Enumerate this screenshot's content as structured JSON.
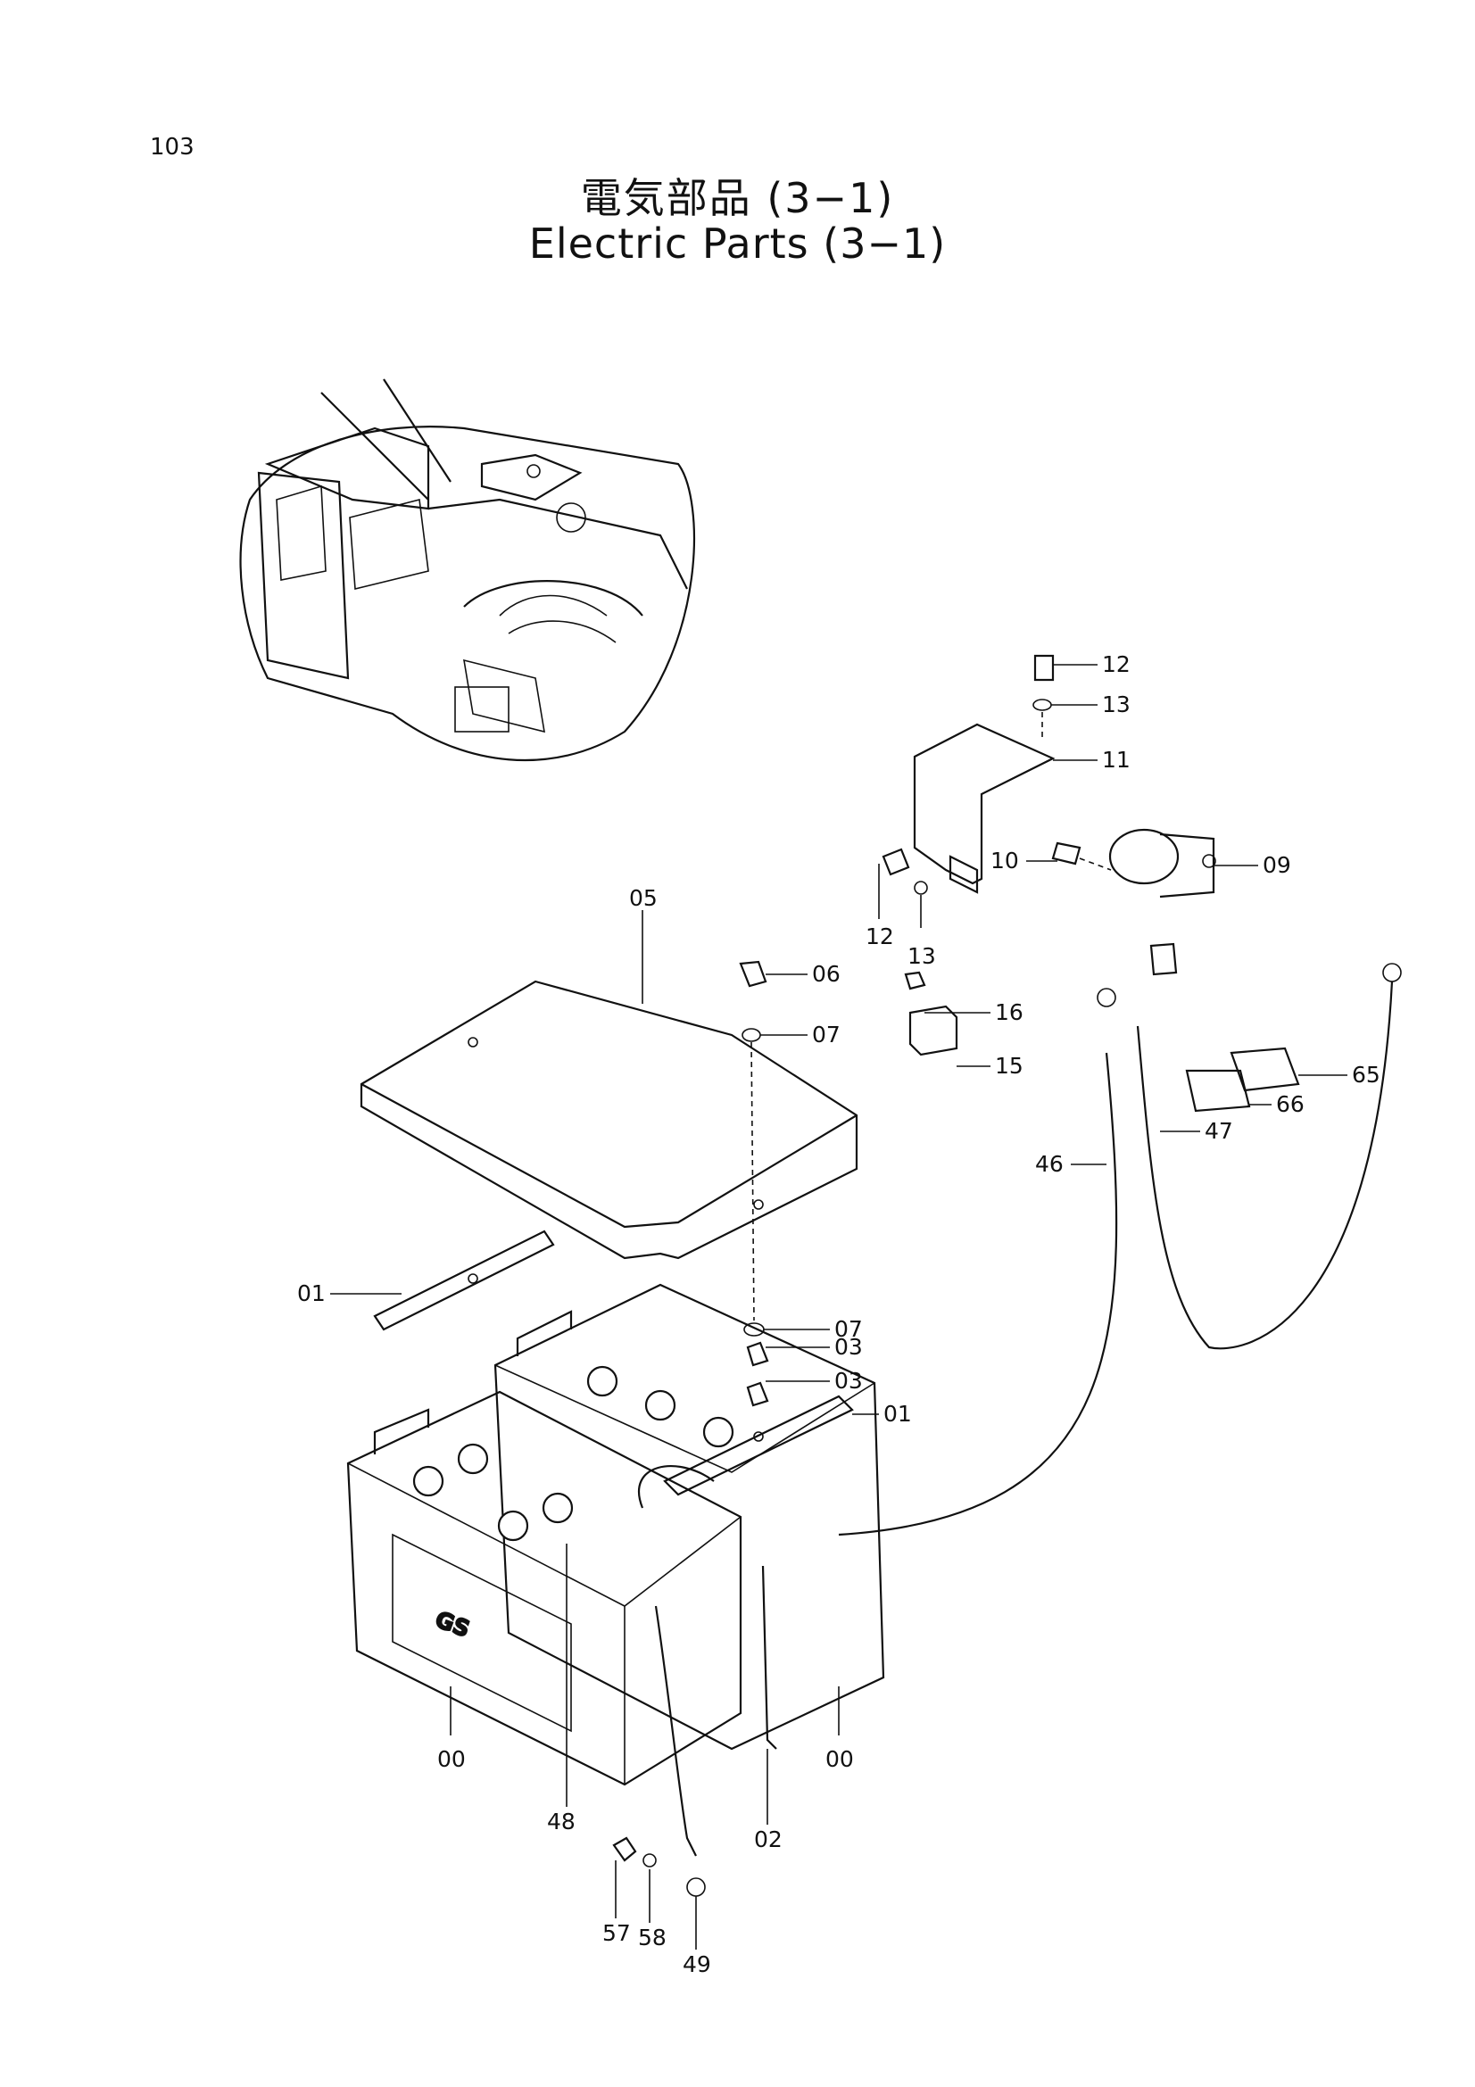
{
  "page": {
    "number": "103"
  },
  "title": {
    "jp": "電気部品 (3−1)",
    "en": "Electric Parts (3−1)"
  },
  "callouts": [
    "12",
    "13",
    "11",
    "10",
    "09",
    "12",
    "13",
    "05",
    "06",
    "07",
    "16",
    "15",
    "65",
    "66",
    "47",
    "46",
    "01",
    "07",
    "03",
    "03",
    "01",
    "00",
    "00",
    "48",
    "02",
    "57",
    "58",
    "49"
  ]
}
